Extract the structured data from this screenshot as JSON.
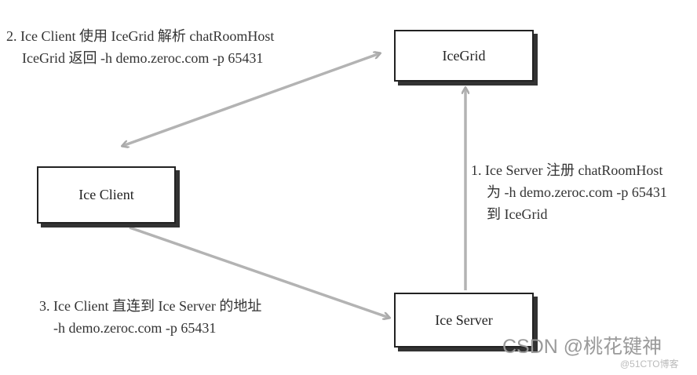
{
  "nodes": {
    "icegrid": "IceGrid",
    "client": "Ice Client",
    "server": "Ice Server"
  },
  "labels": {
    "step2": [
      "2. Ice Client 使用 IceGrid 解析 chatRoomHost",
      "IceGrid 返回 -h demo.zeroc.com -p 65431"
    ],
    "step1": [
      "1. Ice Server 注册 chatRoomHost",
      "为 -h demo.zeroc.com -p 65431",
      "到 IceGrid"
    ],
    "step3": [
      "3. Ice Client 直连到 Ice Server 的地址",
      "-h demo.zeroc.com -p 65431"
    ]
  },
  "watermark": {
    "csdn": "CSDN @桃花键神",
    "cto": "@51CTO博客"
  },
  "colors": {
    "arrow": "#b3b3b3",
    "border": "#222222"
  }
}
